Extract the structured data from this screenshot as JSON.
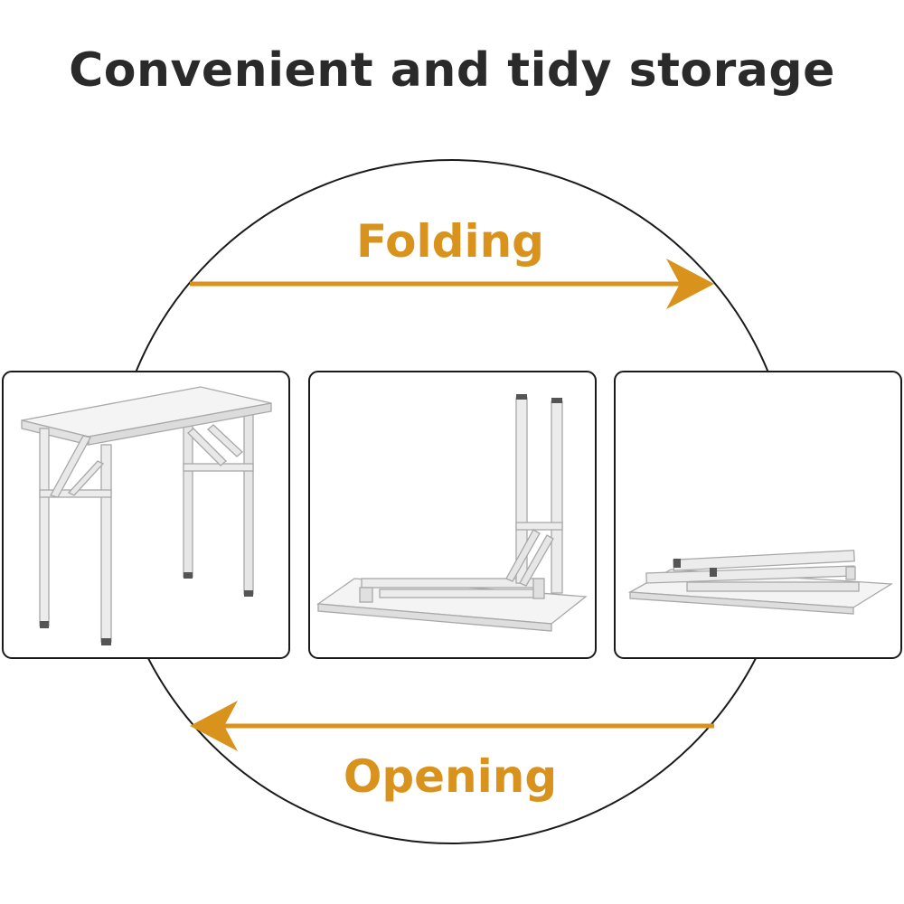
{
  "title": "Convenient and tidy storage",
  "labels": {
    "folding": "Folding",
    "opening": "Opening"
  },
  "colors": {
    "accent": "#d9921b",
    "title": "#2a2a2a",
    "outline": "#1a1a1a",
    "steel": "#e9e9e9",
    "steel_edge": "#a8a8a8",
    "board": "#f3f3f3"
  },
  "panels": [
    {
      "name": "unfolded-table"
    },
    {
      "name": "half-folded-table"
    },
    {
      "name": "fully-folded-table"
    }
  ]
}
